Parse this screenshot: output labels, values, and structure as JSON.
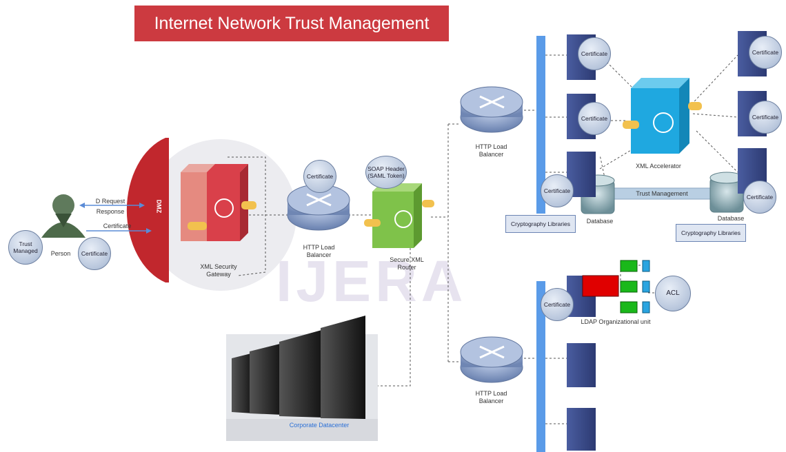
{
  "title": "Internet Network Trust Management",
  "watermark": "IJERA",
  "person": {
    "label": "Person",
    "trust_managed": "Trust Managed",
    "certificate": "Certificate"
  },
  "arrows": {
    "id_request": "D Request",
    "response": "Response",
    "certificate": "Certificate"
  },
  "dmz": "DMZ",
  "gateway": {
    "label": "XML Security Gateway"
  },
  "lb_left": {
    "label": "HTTP Load Balancer",
    "certificate": "Certificate"
  },
  "router": {
    "label": "Secure XML Router",
    "soap": "SOAP Header (SAML Token)"
  },
  "lb_top": {
    "label": "HTTP Load Balancer"
  },
  "lb_bottom": {
    "label": "HTTP Load Balancer"
  },
  "accelerator": {
    "label": "XML Accelerator"
  },
  "trust_management": "Trust Management",
  "databases": [
    {
      "label": "Database"
    },
    {
      "label": "Database"
    }
  ],
  "crypto_libs": [
    {
      "label": "Cryptography Libraries"
    },
    {
      "label": "Cryptography Libraries"
    }
  ],
  "server_certs": [
    "Certificate",
    "Certificate",
    "Certificate",
    "Certificate",
    "Certificate",
    "Certificate",
    "Certificate"
  ],
  "ldap": {
    "label": "LDAP Organizational unit",
    "acl": "ACL"
  },
  "datacenter": {
    "label": "Corporate Datacenter"
  },
  "colors": {
    "title_bg": "#cc3a40",
    "bus_blue": "#5a9be8",
    "server_navy": "#3a4b8c",
    "router_steel": "#8aa0c8",
    "gateway_red": "#d9404a",
    "router_green": "#7fc24a",
    "accelerator_cyan": "#1fa8e0",
    "dmz_red": "#c1272d"
  }
}
